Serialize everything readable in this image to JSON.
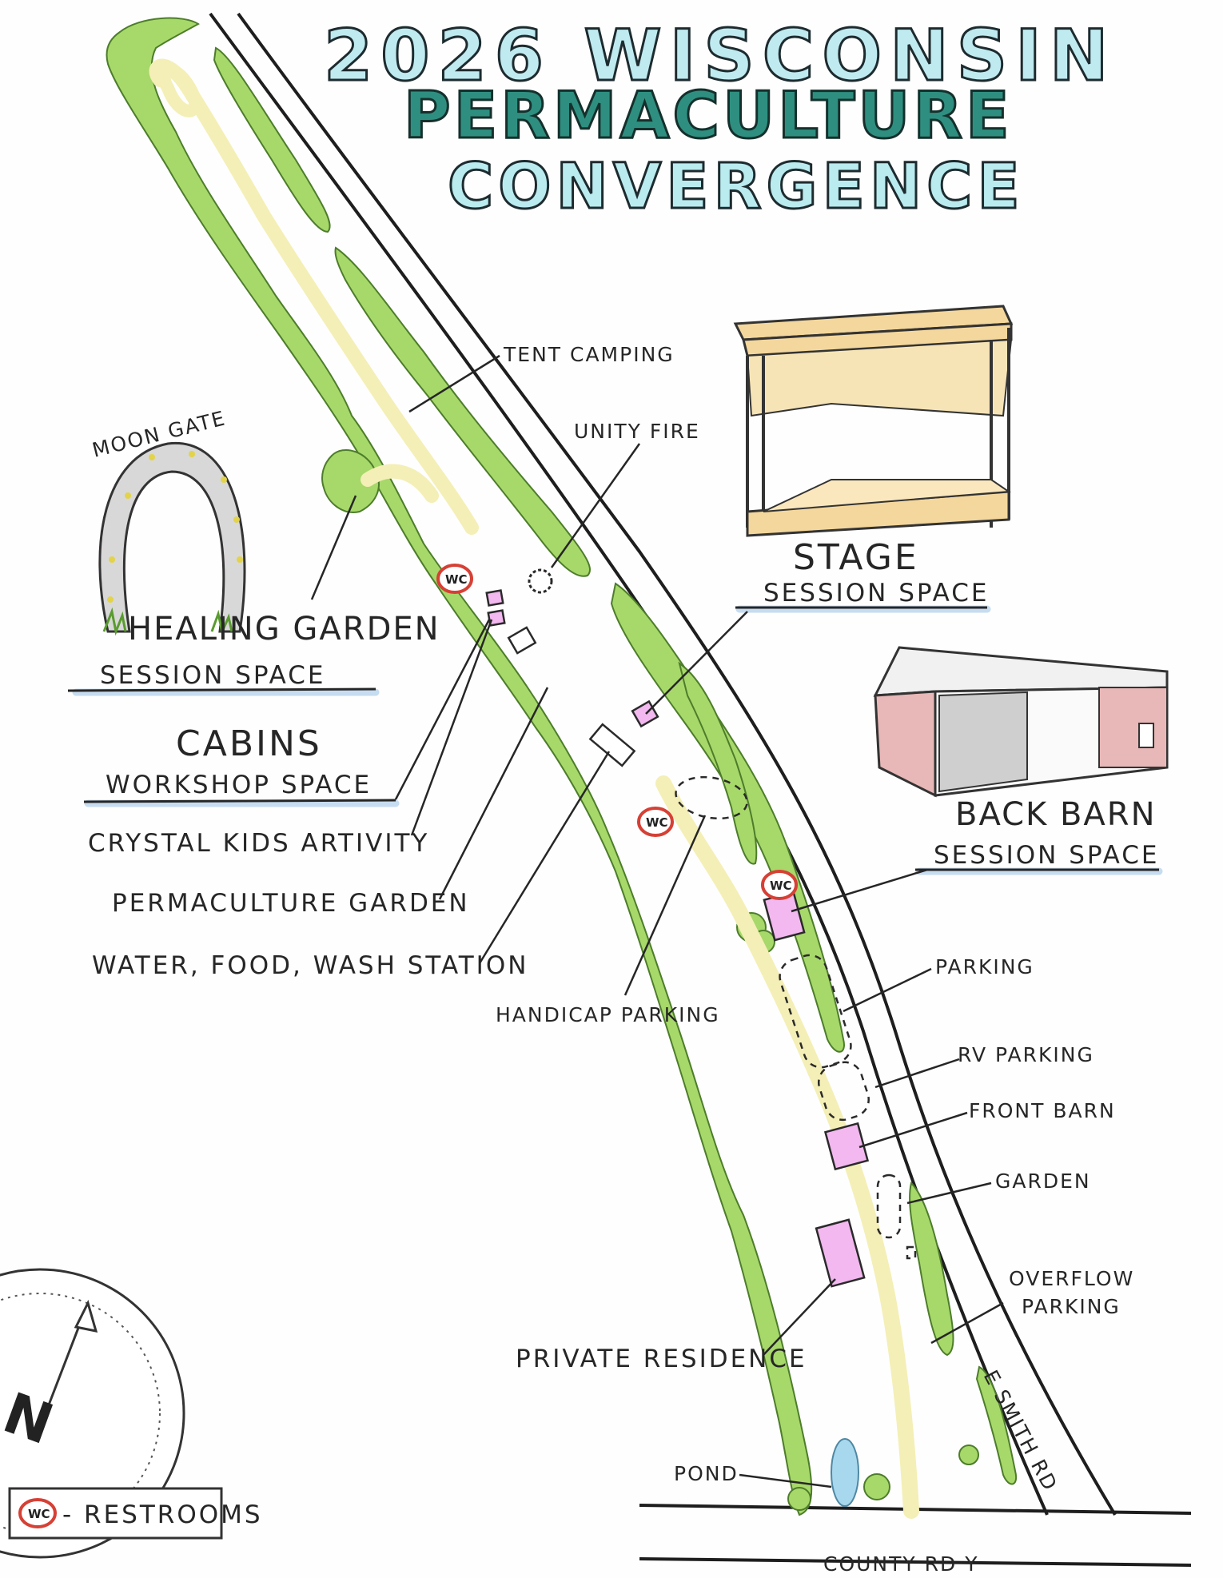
{
  "title": {
    "line1": "2026 WISCONSIN",
    "line2": "PERMACULTURE",
    "line3": "CONVERGENCE"
  },
  "labels": {
    "tent_camping": "TENT CAMPING",
    "unity_fire": "UNITY FIRE",
    "moon_gate": "MOON GATE",
    "healing_garden": "HEALING GARDEN",
    "healing_garden_sub": "SESSION SPACE",
    "cabins": "CABINS",
    "cabins_sub": "WORKSHOP SPACE",
    "crystal_kids": "CRYSTAL KIDS ARTIVITY",
    "permaculture_garden": "PERMACULTURE GARDEN",
    "water_food_wash": "WATER, FOOD, WASH STATION",
    "handicap_parking": "HANDICAP PARKING",
    "stage": "STAGE",
    "stage_sub": "SESSION SPACE",
    "back_barn": "BACK BARN",
    "back_barn_sub": "SESSION SPACE",
    "parking": "PARKING",
    "rv_parking": "RV PARKING",
    "front_barn": "FRONT BARN",
    "garden": "GARDEN",
    "overflow_parking_1": "OVERFLOW",
    "overflow_parking_2": "PARKING",
    "private_residence": "PRIVATE RESIDENCE",
    "pond": "POND",
    "county_rd": "COUNTY RD Y",
    "smith_rd": "E SMITH RD"
  },
  "legend": {
    "wc": "WC",
    "restrooms_label": "- RESTROOMS"
  },
  "compass": {
    "north_letter": "N"
  },
  "colors": {
    "hedge": "#a7d86a",
    "path": "#f4efb6",
    "building": "#f2b8ef",
    "restroom_ring": "#d64035",
    "title_dark": "#2e8f80",
    "title_light": "#bfeaf0"
  }
}
